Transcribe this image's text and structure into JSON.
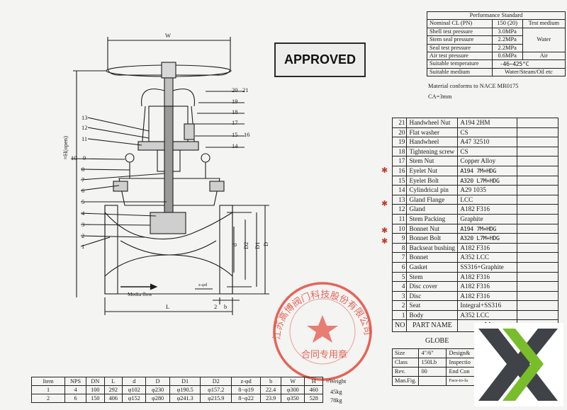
{
  "stamp": {
    "label": "APPROVED"
  },
  "performance": {
    "title": "Performance Standard",
    "rows": [
      {
        "label": "Nominal CL (PN)",
        "value": "150 (20)",
        "medium": "Test medium"
      },
      {
        "label": "Shell test pressure",
        "value": "3.0MPa",
        "medium": ""
      },
      {
        "label": "Stem seal pressure",
        "value": "2.2MPa",
        "medium": "Water"
      },
      {
        "label": "Seal test pressure",
        "value": "2.2MPa",
        "medium": ""
      },
      {
        "label": "Air test pressure",
        "value": "0.6MPa",
        "medium": "Air"
      },
      {
        "label": "Suitable temperature",
        "value": "-46~425°C",
        "medium": ""
      },
      {
        "label": "Suitable medium",
        "value": "Water/Steam/Oil etc",
        "medium": ""
      }
    ]
  },
  "notes": {
    "material": "Material conforms to NACE MR0175",
    "ca": "CA=3mm"
  },
  "parts": {
    "rows": [
      {
        "no": "21",
        "name": "Handwheel Nut",
        "material": "A194 2HM"
      },
      {
        "no": "20",
        "name": "Flat washer",
        "material": "CS"
      },
      {
        "no": "19",
        "name": "Handwheel",
        "material": "A47 32510"
      },
      {
        "no": "18",
        "name": "Tightening screw",
        "material": "CS"
      },
      {
        "no": "17",
        "name": "Stem Nut",
        "material": "Copper Alloy"
      },
      {
        "no": "16",
        "name": "Eyelet Nut",
        "material": "A194 7M+HDG"
      },
      {
        "no": "15",
        "name": "Eyelet Bolt",
        "material": "A320 L7M+HDG"
      },
      {
        "no": "14",
        "name": "Cylindrical pin",
        "material": "A29 1035"
      },
      {
        "no": "13",
        "name": "Gland Flange",
        "material": "LCC"
      },
      {
        "no": "12",
        "name": "Gland",
        "material": "A182 F316"
      },
      {
        "no": "11",
        "name": "Stem Packing",
        "material": "Graphite"
      },
      {
        "no": "10",
        "name": "Bonnet Nut",
        "material": "A194 7M+HDG"
      },
      {
        "no": "9",
        "name": "Bonnet Bolt",
        "material": "A320 L7M+HDG"
      },
      {
        "no": "8",
        "name": "Backseat bushing",
        "material": "A182 F316"
      },
      {
        "no": "7",
        "name": "Bonnet",
        "material": "A352 LCC"
      },
      {
        "no": "6",
        "name": "Gasket",
        "material": "SS316+Graphite"
      },
      {
        "no": "5",
        "name": "Stem",
        "material": "A182 F316"
      },
      {
        "no": "4",
        "name": "Disc cover",
        "material": "A182 F316"
      },
      {
        "no": "3",
        "name": "Disc",
        "material": "A182 F316"
      },
      {
        "no": "2",
        "name": "Seat",
        "material": "Integral+SS316"
      },
      {
        "no": "1",
        "name": "Body",
        "material": "A352 LCC"
      }
    ],
    "header": {
      "no": "NO",
      "name": "PART NAME",
      "material": "M"
    }
  },
  "info": {
    "title": "GLOBE",
    "rows": [
      {
        "label": "Size",
        "value": "4\"/6\"",
        "extra": "Design&"
      },
      {
        "label": "Class",
        "value": "150Lb",
        "extra": "Inspectio"
      },
      {
        "label": "Rev.",
        "value": "00",
        "extra": "End Con"
      },
      {
        "label": "Man.Fig.",
        "value": "",
        "extra": "Face-to-fa"
      }
    ]
  },
  "dimensions": {
    "headers": [
      "Item",
      "NPS",
      "DN",
      "L",
      "d",
      "D",
      "D1",
      "D2",
      "z-φd",
      "b",
      "W",
      "H"
    ],
    "weight_label": "≈Weight",
    "rows": [
      {
        "cells": [
          "1",
          "4",
          "100",
          "292",
          "φ102",
          "φ230",
          "φ190.5",
          "φ157.2",
          "8−φ19",
          "22.4",
          "φ300",
          "460"
        ],
        "weight": "45kg"
      },
      {
        "cells": [
          "2",
          "6",
          "150",
          "406",
          "φ152",
          "φ280",
          "φ241.3",
          "φ215.9",
          "8−φ22",
          "23.9",
          "φ350",
          "528"
        ],
        "weight": "78kg"
      }
    ]
  },
  "drawing": {
    "labels": {
      "w": "W",
      "h": "≈H(open)",
      "l": "L",
      "b": "b",
      "two": "2",
      "d": "d",
      "d2": "D2",
      "d1": "D1",
      "dd": "D",
      "zd": "z-φd",
      "flow": "Media flow"
    },
    "callouts_left": [
      "13",
      "12",
      "11",
      "10",
      "9",
      "8",
      "7",
      "6",
      "5",
      "4",
      "3",
      "2",
      "1"
    ],
    "callouts_right": [
      "20",
      "21",
      "19",
      "18",
      "17",
      "15",
      "16",
      "14"
    ]
  },
  "seal": {
    "outer_text": "江苏高博阀门科技股份有限公司",
    "inner_text": "合同专用章"
  },
  "colors": {
    "ink": "#1b1b1b",
    "seal": "#e24a3e",
    "logo_dark": "#3f4347",
    "logo_green": "#79bd2b"
  }
}
